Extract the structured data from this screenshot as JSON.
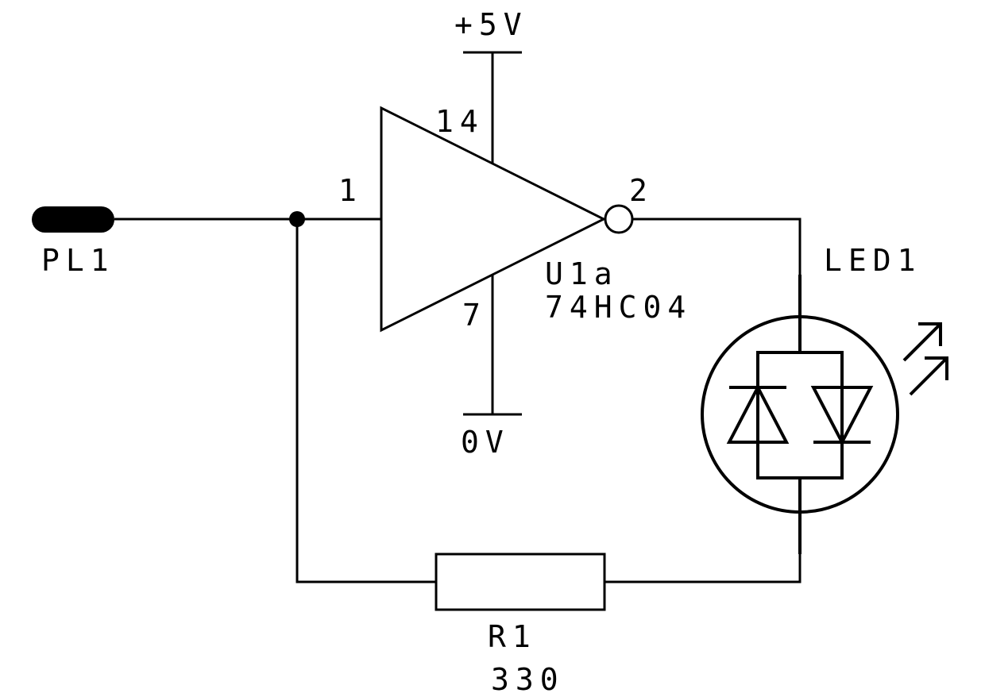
{
  "connector": {
    "ref": "PL1"
  },
  "inverter": {
    "ref": "U1a",
    "part": "74HC04",
    "pin_in": "1",
    "pin_out": "2",
    "pin_vcc": "14",
    "pin_gnd": "7"
  },
  "supply": {
    "positive": "+5V",
    "ground": "0V"
  },
  "led": {
    "ref": "LED1"
  },
  "resistor": {
    "ref": "R1",
    "value": "330"
  }
}
